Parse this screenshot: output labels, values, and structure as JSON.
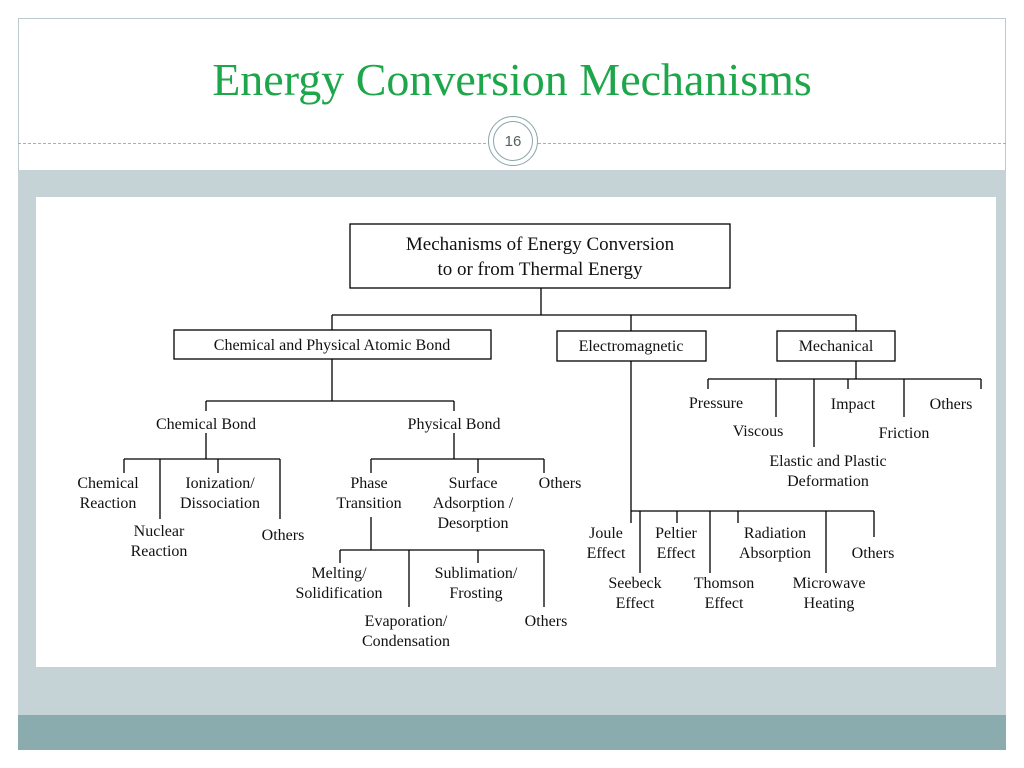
{
  "slide": {
    "title": "Energy Conversion Mechanisms",
    "page_number": "16"
  },
  "diagram": {
    "root": [
      "Mechanisms of Energy Conversion",
      "to or from Thermal Energy"
    ],
    "chemical_physical": "Chemical and Physical Atomic Bond",
    "electromagnetic": "Electromagnetic",
    "mechanical": "Mechanical",
    "chemical_bond": "Chemical Bond",
    "physical_bond": "Physical Bond",
    "chemical_reaction": [
      "Chemical",
      "Reaction"
    ],
    "ionization": [
      "Ionization/",
      "Dissociation"
    ],
    "nuclear_reaction": [
      "Nuclear",
      "Reaction"
    ],
    "chem_others": "Others",
    "phase_transition": [
      "Phase",
      "Transition"
    ],
    "surface_adsorption": [
      "Surface",
      "Adsorption /",
      "Desorption"
    ],
    "phys_others": "Others",
    "melting": [
      "Melting/",
      "Solidification"
    ],
    "sublimation": [
      "Sublimation/",
      "Frosting"
    ],
    "evaporation": [
      "Evaporation/",
      "Condensation"
    ],
    "phase_others": "Others",
    "joule": [
      "Joule",
      "Effect"
    ],
    "peltier": [
      "Peltier",
      "Effect"
    ],
    "radiation": [
      "Radiation",
      "Absorption"
    ],
    "em_others": "Others",
    "seebeck": [
      "Seebeck",
      "Effect"
    ],
    "thomson": [
      "Thomson",
      "Effect"
    ],
    "microwave": [
      "Microwave",
      "Heating"
    ],
    "pressure": "Pressure",
    "viscous": "Viscous",
    "elastic": [
      "Elastic and Plastic",
      "Deformation"
    ],
    "impact": "Impact",
    "friction": "Friction",
    "mech_others": "Others"
  }
}
